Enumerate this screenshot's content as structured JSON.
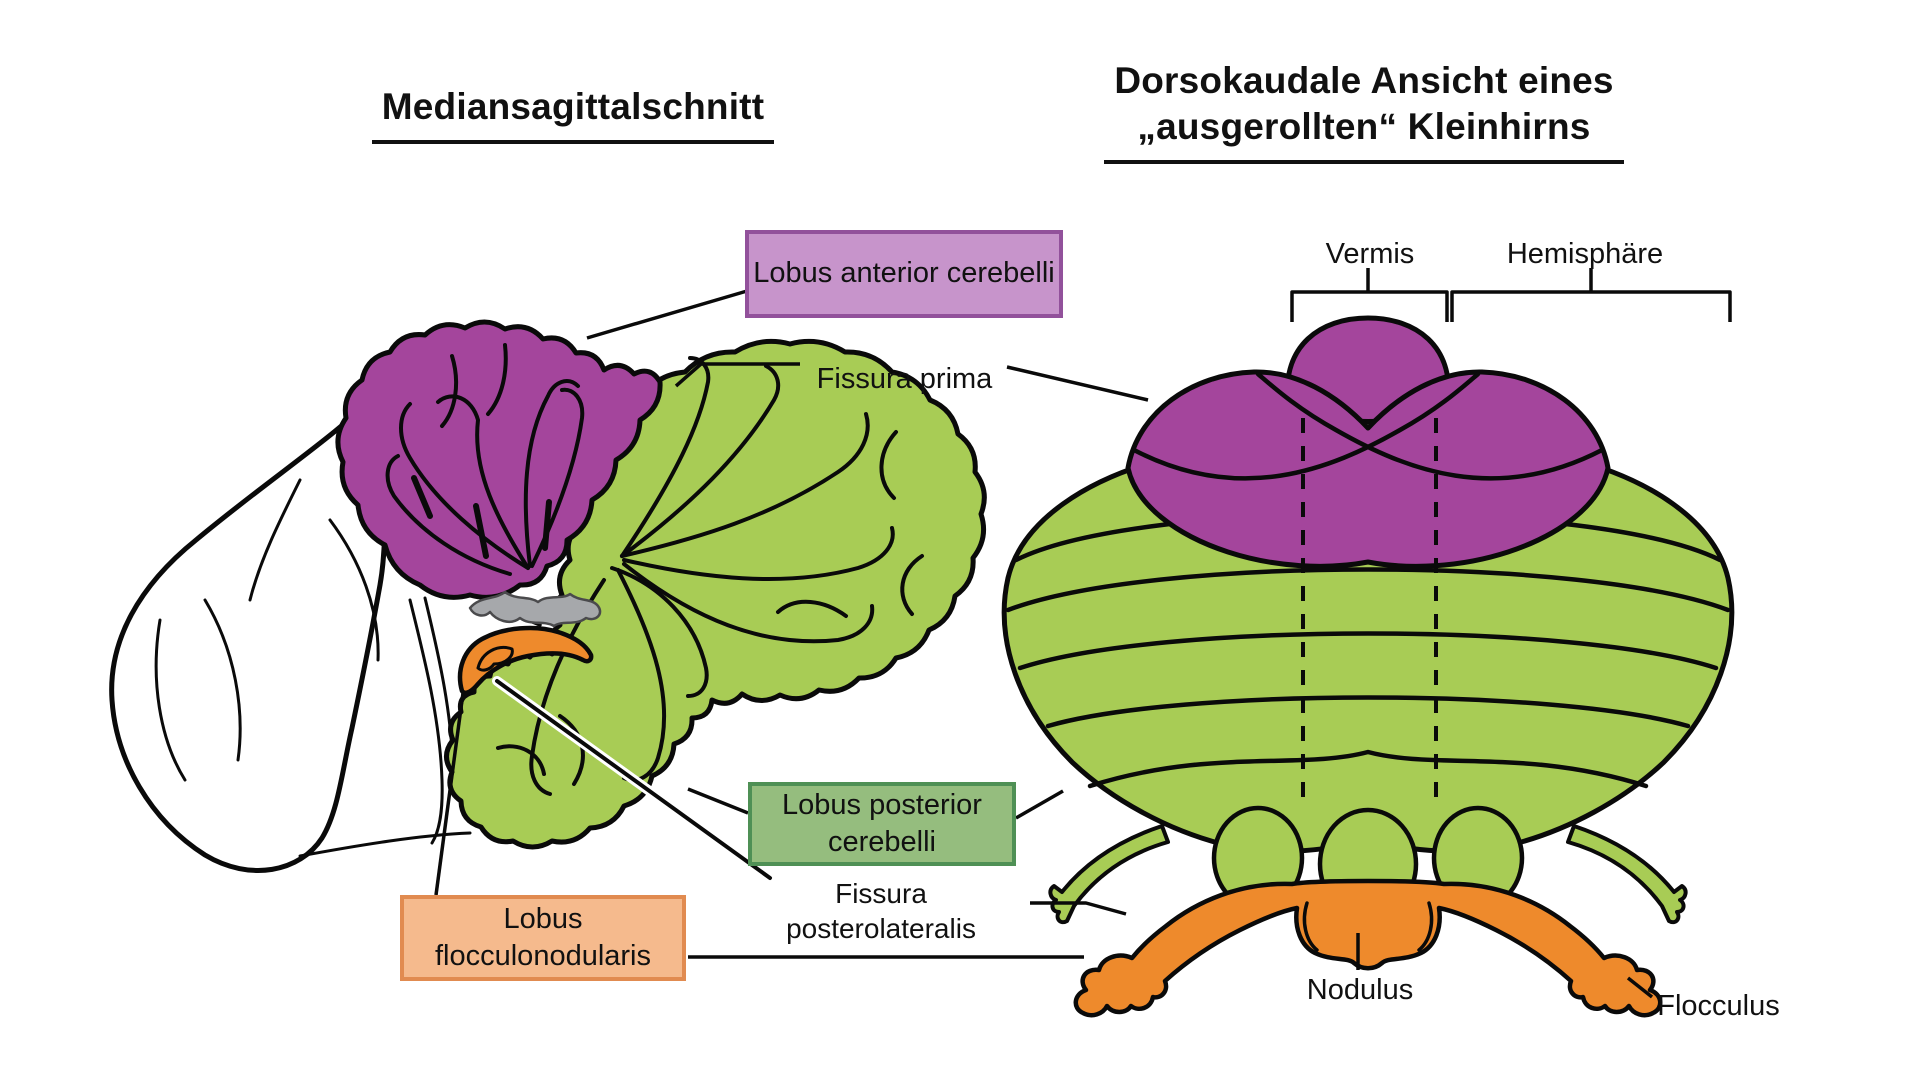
{
  "section_left": {
    "title": "Mediansagittalschnitt"
  },
  "section_right": {
    "title_line1": "Dorsokaudale Ansicht eines",
    "title_line2": "„ausgerollten“ Kleinhirns",
    "vermis_label": "Vermis",
    "hemisphere_label": "Hemisphäre",
    "nodulus_label": "Nodulus",
    "flocculus_label": "Flocculus"
  },
  "callouts": {
    "lobus_anterior": "Lobus anterior cerebelli",
    "fissura_prima": "Fissura prima",
    "lobus_posterior": "Lobus posterior cerebelli",
    "fissura_posterolateralis": "Fissura posterolateralis",
    "lobus_flocculonodularis": "Lobus flocculonodularis"
  },
  "colors": {
    "background": "#ffffff",
    "outline": "#0a0a0a",
    "anterior_lobe": "#a4459c",
    "posterior_lobe": "#a8cc55",
    "flocculonodular_lobe": "#ee8a2c",
    "velum_gray": "#a6a8ab",
    "anterior_box_bg": "#c794cb",
    "anterior_box_border": "#92519b",
    "posterior_box_bg": "#95bd7e",
    "posterior_box_border": "#4f9055",
    "flocculonodular_box_bg": "#f5ba8d",
    "flocculonodular_box_border": "#e18b50"
  }
}
